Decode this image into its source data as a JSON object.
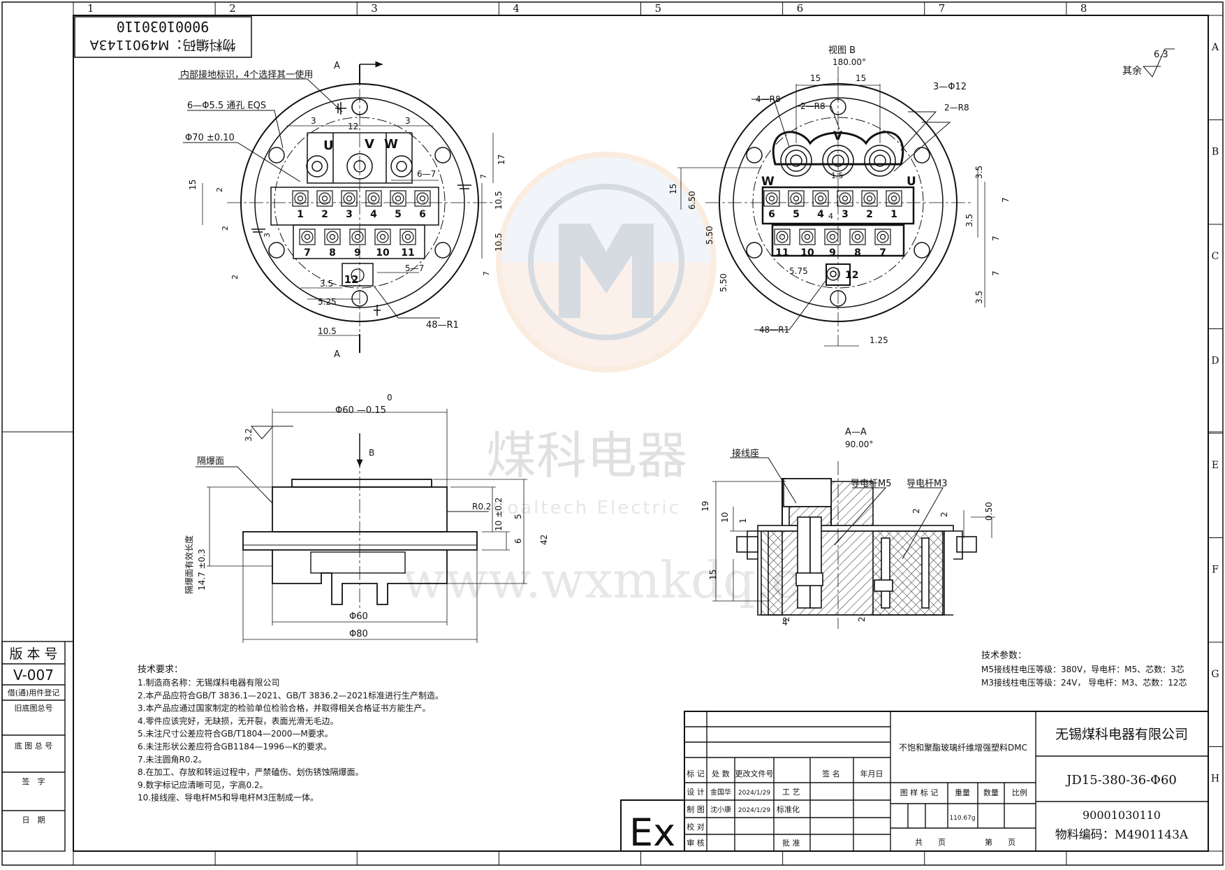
{
  "frame": {
    "col_labels": [
      "1",
      "2",
      "3",
      "4",
      "5",
      "6",
      "7",
      "8"
    ],
    "row_labels": [
      "A",
      "B",
      "C",
      "D",
      "E",
      "F",
      "G",
      "H"
    ]
  },
  "stamp": {
    "line1": "物料编码：M4901143A",
    "line2": "90001030110"
  },
  "surface": {
    "roughness": "6.3",
    "label": "其余"
  },
  "views": {
    "section_mark": "A",
    "view_b": {
      "title": "视图 B",
      "rotation": "180.00°"
    },
    "section_aa": {
      "title": "A—A",
      "rotation": "90.00°"
    },
    "arrow_b": "B"
  },
  "front_callouts": {
    "ground_note": "内部接地标识，4个选择其一使用",
    "holes": "6—Φ5.5 通孔 EQS",
    "pcd": "Φ70 ±0.10",
    "phase_u": "U",
    "phase_v": "V",
    "phase_w": "W",
    "r1": "48—R1",
    "d_3a": "3",
    "d_12": "12",
    "d_3b": "3",
    "d_67": "6—7",
    "d_57": "5—7",
    "d_15": "15",
    "d_2a": "2",
    "d_2b": "2",
    "d_2c": "2",
    "d_3c": "3",
    "d_17": "17",
    "d_7a": "7",
    "d_105a": "10.5",
    "d_105b": "10.5",
    "d_7b": "7",
    "d_35": "3.5",
    "d_525": "5.25",
    "d_105c": "10.5"
  },
  "terminals_front_top": [
    "1",
    "2",
    "3",
    "4",
    "5",
    "6"
  ],
  "terminals_front_bottom": [
    "7",
    "8",
    "9",
    "10",
    "11"
  ],
  "terminal_12": "12",
  "back_callouts": {
    "r8a": "4—R8",
    "r8b": "2—R8",
    "r8c": "2—R8",
    "d12": "3—Φ12",
    "d15a": "15",
    "d15b": "15",
    "d15c": "15",
    "d650": "6.50",
    "d550a": "5.50",
    "d550b": "5.50",
    "d575": "5.75",
    "r1": "48—R1",
    "d125": "1.25",
    "d35a": "3.5",
    "d35b": "3.5",
    "d35c": "3.5",
    "d7a": "7",
    "d7b": "7",
    "d7c": "7",
    "d4": "4",
    "d15d": "1.5",
    "phase_w": "W",
    "phase_v": "V",
    "phase_u": "U"
  },
  "terminals_back_top": [
    "6",
    "5",
    "4",
    "3",
    "2",
    "1"
  ],
  "terminals_back_bottom": [
    "11",
    "10",
    "9",
    "8",
    "7"
  ],
  "side_view": {
    "tol_top": "0",
    "d60tol": "Φ60 —0.15",
    "roughness": "3.2",
    "flame_face": "隔爆面",
    "r02": "R0.2",
    "d60": "Φ60",
    "d80": "Φ80",
    "flame_length": "隔爆面有效长度",
    "flame_value": "14.7 ±0.3",
    "d42": "42",
    "d6": "6",
    "d5": "5",
    "d10tol": "10 ±0.2"
  },
  "section_view": {
    "base": "接线座",
    "rod_m5": "导电杆M5",
    "rod_m3": "导电杆M3",
    "d19": "19",
    "d10": "10",
    "d15": "15",
    "d1": "1",
    "d2a": "2",
    "d2b": "2",
    "d050": "0.50",
    "d2c": "2",
    "d2d": "2",
    "d4": "4"
  },
  "watermark": {
    "cn": "煤科电器",
    "en": "Coaltech Electric",
    "url": "www.wxmkdq.c"
  },
  "tech_requirements": {
    "title": "技术要求：",
    "items": [
      "1.制造商名称：无锡煤科电器有限公司",
      "2.本产品应符合GB/T 3836.1—2021、GB/T 3836.2—2021标准进行生产制造。",
      "3.本产品应通过国家制定的检验单位检验合格，并取得相关合格证书方能生产。",
      "4.零件应该完好，无缺损，无开裂，表面光滑无毛边。",
      "5.未注尺寸公差应符合GB/T1804—2000—M要求。",
      "6.未注形状公差应符合GB1184—1996—K的要求。",
      "7.未注圆角R0.2。",
      "8.在加工、存放和转运过程中，严禁磕伤、划伤锈蚀隔爆面。",
      "9.数字标记应清晰可见，字高0.2。",
      "10.接线座、导电杆M5和导电杆M3压制成一体。"
    ]
  },
  "tech_params": {
    "title": "技术参数：",
    "items": [
      "M5接线柱电压等级：380V，导电杆：M5、芯数：3芯",
      "M3接线柱电压等级：24V， 导电杆：M3、芯数：12芯"
    ]
  },
  "left_panel": {
    "version_label": "版 本 号",
    "version": "V-007",
    "borrowed": "借(通)用件登记",
    "old_base": "旧底图总号",
    "base_no": "底 图 总 号",
    "sign": "签　字",
    "date": "日　期"
  },
  "title_block": {
    "material": "不饱和聚酯玻璃纤维增强塑料DMC",
    "company": "无锡煤科电器有限公司",
    "model": "JD15-380-36-Φ60",
    "code": "90001030110",
    "material_code": "物料编码：M4901143A",
    "h_mark": "标 记",
    "h_count": "处 数",
    "h_doc": "更改文件号",
    "h_sign": "签 名",
    "h_date": "年月日",
    "r_design": "设 计",
    "r_draw": "制 图",
    "r_check": "校 对",
    "r_review": "审 核",
    "designer": "金国华",
    "drafter": "沈小康",
    "design_date": "2024/1/29",
    "draw_date": "2024/1/29",
    "process": "工 艺",
    "standard": "标准化",
    "approve": "批 准",
    "sample_mark": "图 样 标 记",
    "weight_label": "重量",
    "qty_label": "数量",
    "scale_label": "比例",
    "weight": "110.67g",
    "total_sheets": "共　　页",
    "sheet_no": "第　　页",
    "ex": "Ex"
  }
}
